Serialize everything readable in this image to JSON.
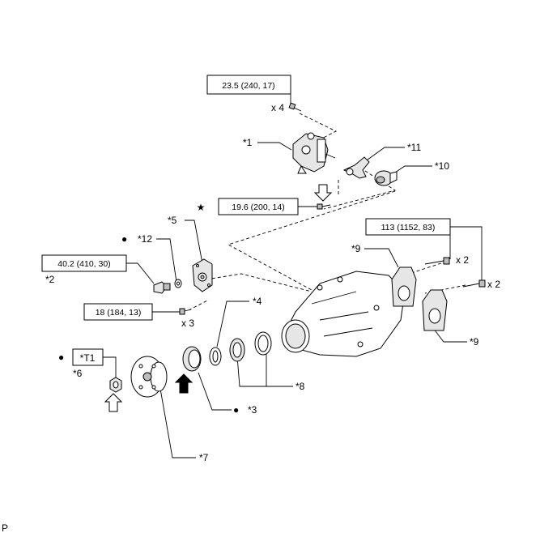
{
  "torque": {
    "t1": "23.5 (240, 17)",
    "t2": "19.6 (200, 14)",
    "t3": "113 (1152, 83)",
    "t4": "40.2 (410, 30)",
    "t5": "18 (184, 13)"
  },
  "qty": {
    "x4": "x 4",
    "x2a": "x 2",
    "x2b": "x 2",
    "x3": "x 3"
  },
  "callouts": {
    "c1": "*1",
    "c2": "*2",
    "c3": "*3",
    "c4": "*4",
    "c5": "*5",
    "c6": "*6",
    "c7": "*7",
    "c8": "*8",
    "c9a": "*9",
    "c9b": "*9",
    "c10": "*10",
    "c11": "*11",
    "c12": "*12",
    "t1box": "*T1"
  },
  "symbols": {
    "star": "★",
    "dot": "●"
  },
  "footer": "P"
}
